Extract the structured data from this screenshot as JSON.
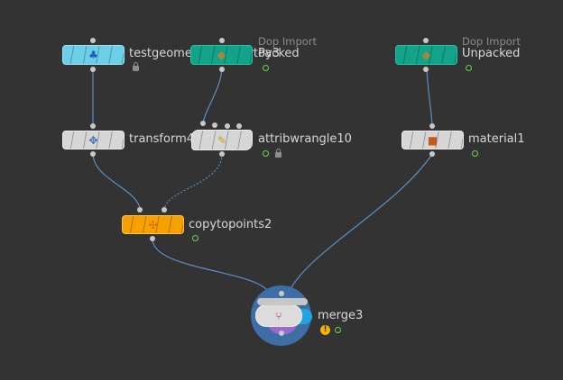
{
  "colors": {
    "canvas": "#333333",
    "wire": "#5b8fc6",
    "flag_ok": "#6fd34a",
    "warning": "#f0b400"
  },
  "nodes": {
    "testgeometry": {
      "label": "testgeometry_rubbertoy3",
      "icon": "rubber-toy-icon"
    },
    "dopimport1": {
      "sublabel": "Dop Import",
      "label": "Packed",
      "icon": "dop-import-icon"
    },
    "dopimport2": {
      "sublabel": "Dop Import",
      "label": "Unpacked",
      "icon": "dop-import-icon"
    },
    "transform": {
      "label": "transform4",
      "icon": "transform-icon"
    },
    "attribwrangle": {
      "label": "attribwrangle10",
      "icon": "wrangle-icon"
    },
    "material": {
      "label": "material1",
      "icon": "material-icon"
    },
    "copytopoints": {
      "label": "copytopoints2",
      "icon": "copy-icon"
    },
    "merge": {
      "label": "merge3",
      "icon": "merge-icon"
    }
  }
}
